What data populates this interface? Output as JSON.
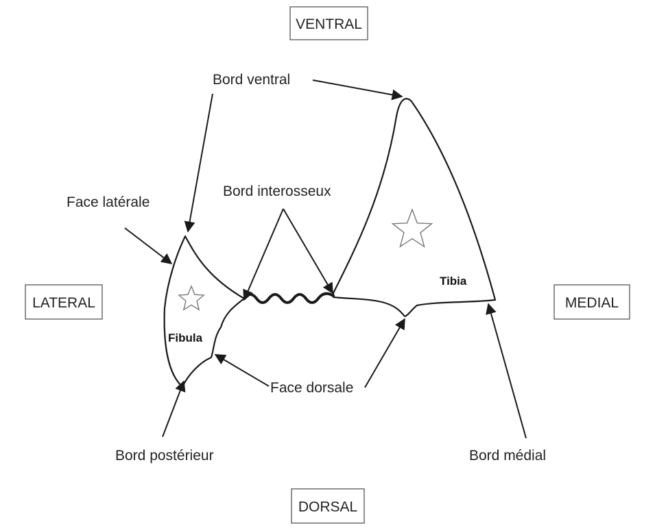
{
  "orientation": {
    "ventral": "VENTRAL",
    "dorsal": "DORSAL",
    "lateral": "LATERAL",
    "medial": "MEDIAL"
  },
  "labels": {
    "bord_ventral": "Bord ventral",
    "bord_interosseux": "Bord interosseux",
    "face_laterale": "Face latérale",
    "face_dorsale": "Face dorsale",
    "bord_posterieur": "Bord postérieur",
    "bord_medial": "Bord médial"
  },
  "bones": {
    "fibula": "Fibula",
    "tibia": "Tibia"
  }
}
